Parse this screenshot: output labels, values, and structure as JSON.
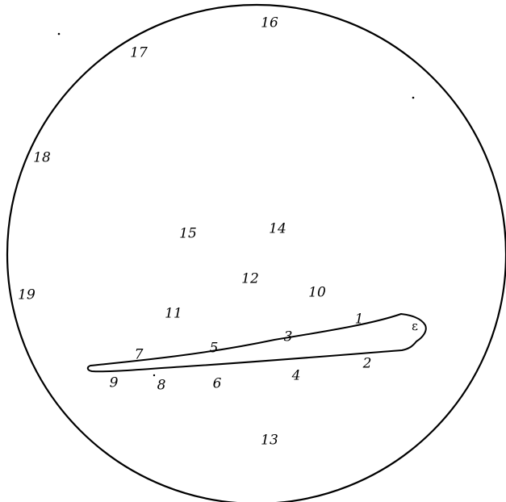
{
  "figure": {
    "labels": {
      "n1": "1",
      "n2": "2",
      "n3": "3",
      "n4": "4",
      "n5": "5",
      "n6": "6",
      "n7": "7",
      "n8": "8",
      "n9": "9",
      "n10": "10",
      "n11": "11",
      "n12": "12",
      "n13": "13",
      "n14": "14",
      "n15": "15",
      "n16": "16",
      "n17": "17",
      "n18": "18",
      "n19": "19",
      "tip": "ε"
    }
  }
}
